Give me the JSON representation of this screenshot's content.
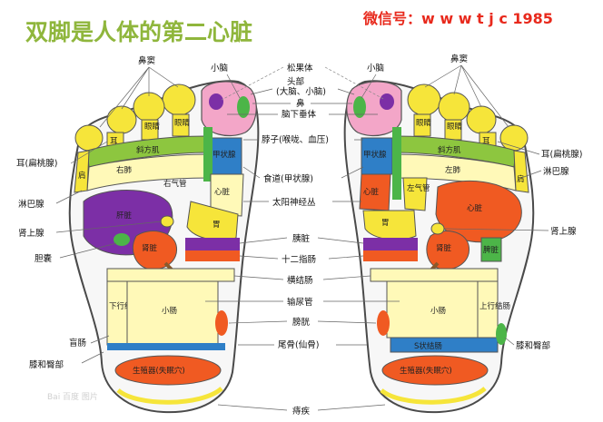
{
  "title": "双脚是人体的第二心脏",
  "wechat": "微信号：w w w t j c 1985",
  "watermark": "Bai 百度 图片",
  "colors": {
    "title": "#8fb63c",
    "wechat": "#e8291c",
    "outline": "#4a4a4a",
    "toe_yellow": "#f6e53a",
    "pink": "#f3a6c8",
    "purple": "#7c2fa6",
    "green": "#4cb548",
    "red_orange": "#f05a22",
    "light_yellow": "#fff9b8",
    "blue": "#2f7fc7"
  },
  "center_labels": {
    "nose_sinus_left": "鼻窦",
    "small_brain_left": "小脑",
    "pineal": "松果体",
    "small_brain_right": "小脑",
    "nose_sinus_right": "鼻窦",
    "head": "头部",
    "head_sub": "(大脑、小脑)",
    "nose": "鼻",
    "pituitary": "脑下垂体",
    "neck": "脖子(喉咙、血压)",
    "esophagus": "食道(甲状腺)",
    "solar_plexus": "太阳神经丛",
    "pancreas": "胰脏",
    "duodenum": "十二指肠",
    "transverse_colon": "横结肠",
    "ureter": "输尿管",
    "bladder": "膀胱",
    "coccyx": "尾骨(仙骨)",
    "hemorrhoids": "痔疾"
  },
  "left_side_labels": {
    "ear_tonsil": "耳(扁桃腺)",
    "lymph": "淋巴腺",
    "adrenal": "肾上腺",
    "gallbladder": "胆囊",
    "cecum": "盲肠",
    "knee_hip": "膝和臀部"
  },
  "right_side_labels": {
    "ear_tonsil": "耳(扁桃腺)",
    "lymph": "淋巴腺",
    "adrenal": "肾上腺",
    "knee_hip": "膝和臀部"
  },
  "left_foot": {
    "ear": "耳",
    "eye1": "眼睛",
    "eye2": "眼睛",
    "trapezius": "斜方肌",
    "right_lung": "右肺",
    "right_bronchus": "右气管",
    "thyroid": "甲状腺",
    "shoulder": "肩",
    "liver": "肝脏",
    "heart": "心脏",
    "stomach": "胃",
    "kidney": "肾脏",
    "small_intestine": "小肠",
    "descending_colon": "下行结肠",
    "reproductive": "生殖器(失眠穴)"
  },
  "right_foot": {
    "eye1": "眼睛",
    "eye2": "眼睛",
    "ear": "耳",
    "trapezius": "斜方肌",
    "left_lung": "左肺",
    "thyroid": "甲状腺",
    "shoulder": "肩",
    "heart_small": "心脏",
    "bronchus": "左气管",
    "heart": "心脏",
    "stomach": "胃",
    "kidney": "肾脏",
    "spleen": "脾脏",
    "small_intestine": "小肠",
    "ascending_colon": "上行结肠",
    "s_colon": "S状结肠",
    "reproductive": "生殖器(失眠穴)"
  }
}
